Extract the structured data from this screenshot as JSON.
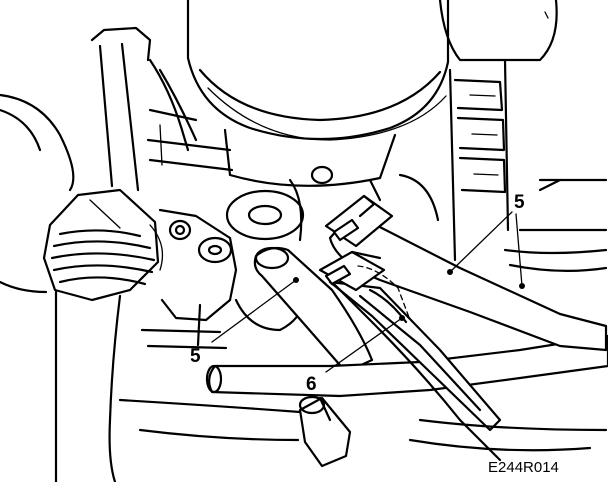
{
  "diagram": {
    "callouts": [
      {
        "id": "hoses-right",
        "label": "5"
      },
      {
        "id": "hose-left",
        "label": "5"
      },
      {
        "id": "dashed-hose",
        "label": "6"
      }
    ],
    "reference_code": "E244R014"
  }
}
